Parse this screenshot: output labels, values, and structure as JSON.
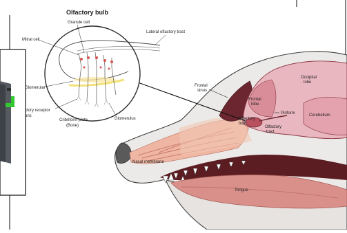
{
  "inset": {
    "title": "Olfactory bulb",
    "labels": {
      "granule_cell": "Granule cell",
      "mitral_cell": "Mitral cell",
      "glomerular": "Glomerular",
      "olfactory_receptor": "ctory receptor",
      "olfactory_receptor_line2": "ons",
      "cribriform_plate": "Cribriform plate",
      "cribriform_bone": "(Bone)",
      "glomerulus": "Glomerulus",
      "lateral_tract": "Lateral olfactory tract"
    }
  },
  "head": {
    "labels": {
      "frontal_sinus": "Frontal",
      "frontal_sinus_line2": "sinus",
      "frontal_lobe": "Frontal",
      "frontal_lobe_line2": "lobe",
      "occipital_lobe": "Occipital",
      "occipital_lobe_line2": "lobe",
      "cerebellum": "Cerebellum",
      "piriform": "Piriform",
      "olfactory_bulb": "Olfactory",
      "olfactory_bulb_line2": "bulb",
      "olfactory_tract": "Olfactory",
      "olfactory_tract_line2": "tract",
      "nasal_membrane": "Nasal membrane",
      "tongue": "Tongue"
    }
  },
  "colors": {
    "outline": "#3a3a3a",
    "brain_pink": "#e9b7bf",
    "brain_dark": "#8e3a45",
    "sinus_dark": "#6b2630",
    "nasal_pink": "#efb39f",
    "tongue": "#d98f8a",
    "mouth_dark": "#5b1d22",
    "skin": "#e9e6e3",
    "highlight": "#f3e27a",
    "device_green": "#32c832",
    "device_gray": "#555a60"
  }
}
